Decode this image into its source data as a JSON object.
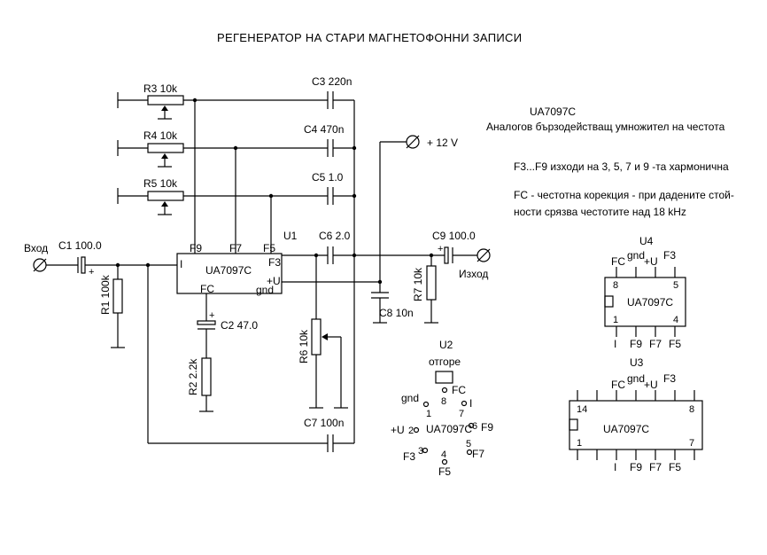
{
  "title": "РЕГЕНЕРАТОР  НА  СТАРИ  МАГНЕТОФОННИ  ЗАПИСИ",
  "notes": {
    "chip": "UA7097C",
    "desc": "Аналогов бързодействащ умножител на честота",
    "outputs": "F3...F9  изходи на 3, 5, 7 и 9 -та хармонична",
    "fc1": "FC - честотна корекция - при дадените стой-",
    "fc2": "ности срязва честотите над 18 kHz"
  },
  "io": {
    "in": "Вход",
    "out": "Изход",
    "supply": "+ 12 V"
  },
  "components": {
    "C1": "C1 100.0",
    "R1": "R1 100k",
    "R3": "R3 10k",
    "R4": "R4 10k",
    "R5": "R5 10k",
    "C3": "C3 220n",
    "C4": "C4 470n",
    "C5": "C5 1.0",
    "C6": "C6 2.0",
    "C9": "C9 100.0",
    "R7": "R7 10k",
    "C8": "C8 10n",
    "C2": "C2 47.0",
    "R2": "R2 2.2k",
    "R6": "R6 10k",
    "C7": "C7 100n",
    "plus": "+"
  },
  "u1": {
    "ref": "U1",
    "name": "UA7097C",
    "pins": {
      "F9": "F9",
      "F7": "F7",
      "F5": "F5",
      "F3": "F3",
      "I": "I",
      "FC": "FC",
      "U": "+U",
      "gnd": "gnd"
    }
  },
  "u2": {
    "ref": "U2",
    "view": "отгоре",
    "name": "UA7097C",
    "pins": {
      "gnd": "gnd",
      "n1": "1",
      "n8": "8",
      "FC": "FC",
      "n7": "7",
      "I": "I",
      "U": "+U",
      "n2": "2",
      "n6": "6",
      "F9": "F9",
      "n5": "5",
      "F7": "F7",
      "F3": "F3",
      "n3": "3",
      "n4": "4",
      "F5": "F5"
    }
  },
  "u4": {
    "ref": "U4",
    "name": "UA7097C",
    "top": {
      "FC": "FC",
      "gnd": "gnd",
      "U": "+U",
      "F3": "F3"
    },
    "nums": {
      "n8": "8",
      "n5": "5",
      "n1": "1",
      "n4": "4"
    },
    "bottom": {
      "I": "I",
      "F9": "F9",
      "F7": "F7",
      "F5": "F5"
    }
  },
  "u3": {
    "ref": "U3",
    "name": "UA7097C",
    "top": {
      "FC": "FC",
      "gnd": "gnd",
      "U": "+U",
      "F3": "F3"
    },
    "nums": {
      "n14": "14",
      "n8": "8",
      "n1": "1",
      "n7": "7"
    },
    "bottom": {
      "I": "I",
      "F9": "F9",
      "F7": "F7",
      "F5": "F5"
    }
  }
}
